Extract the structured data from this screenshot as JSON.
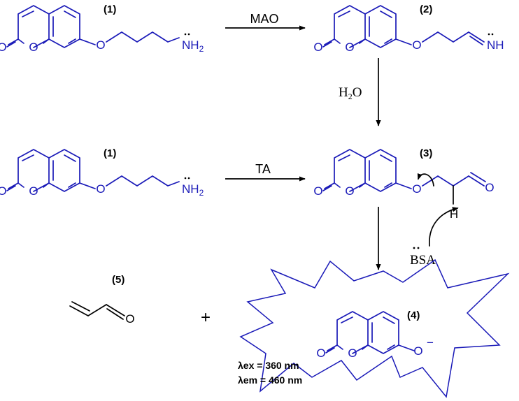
{
  "compounds": {
    "c1_top": {
      "label": "(1)",
      "amine": "NH",
      "amine_sub": "2"
    },
    "c2": {
      "label": "(2)",
      "imine": "NH"
    },
    "c1_mid": {
      "label": "(1)",
      "amine": "NH",
      "amine_sub": "2"
    },
    "c3": {
      "label": "(3)",
      "ether_o": "O",
      "aldehyde_o": "O",
      "hydrogen": "H"
    },
    "c4": {
      "label": "(4)",
      "phenolate_o": "O",
      "charge": "−"
    },
    "c5": {
      "label": "(5)",
      "aldehyde_o": "O"
    }
  },
  "ring_atoms": {
    "carbonyl_o": "O",
    "ring_o": "O"
  },
  "reagents": {
    "mao": "MAO",
    "water": "H",
    "water_sub": "2",
    "water_o": "O",
    "ta": "TA",
    "bsa": "BSA"
  },
  "operators": {
    "plus": "+"
  },
  "fluorescence": {
    "excitation": "λex = 360 nm",
    "emission": "λem = 460 nm"
  },
  "colors": {
    "structure": "#1a1ab8",
    "reagent_text": "#000000"
  }
}
